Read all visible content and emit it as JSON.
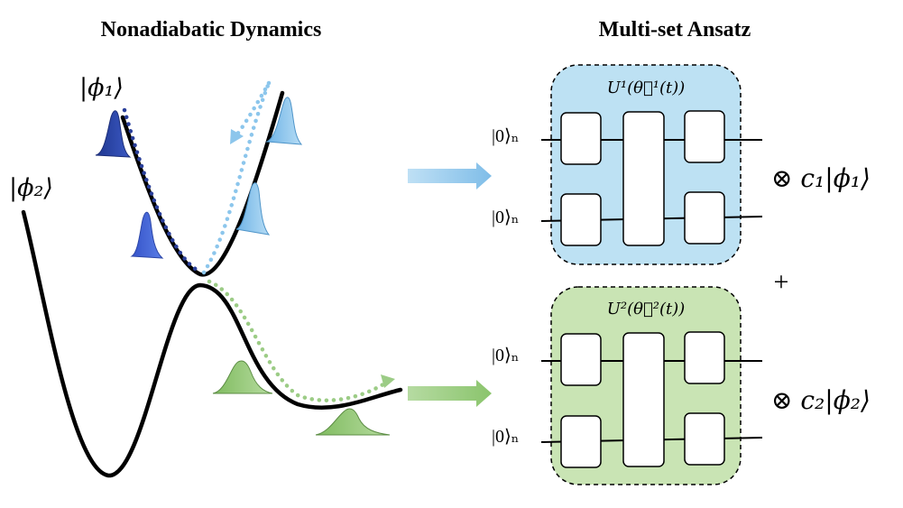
{
  "left_panel": {
    "title": "Nonadiabatic Dynamics",
    "state1_label": "|ϕ₁⟩",
    "state2_label": "|ϕ₂⟩"
  },
  "right_panel": {
    "title": "Multi-set  Ansatz",
    "circuit1": {
      "unitary_label": "U¹(θ⃗¹(t))",
      "register_top": "|0⟩ₙ",
      "register_bottom": "|0⟩ₙ",
      "coefficient": "⊗ c₁|ϕ₁⟩",
      "fill_color": "#bde1f3"
    },
    "circuit2": {
      "unitary_label": "U²(θ⃗²(t))",
      "register_top": "|0⟩ₙ",
      "register_bottom": "|0⟩ₙ",
      "coefficient": "⊗ c₂|ϕ₂⟩",
      "fill_color": "#c9e4b4"
    },
    "plus_sign": "+"
  },
  "colors": {
    "dark_blue": "#2a3f9a",
    "medium_blue": "#3d5fd0",
    "light_blue": "#8cc6ec",
    "green": "#8fc46f",
    "arrow_blue": "#9ccbea",
    "arrow_green": "#9ccc86"
  }
}
